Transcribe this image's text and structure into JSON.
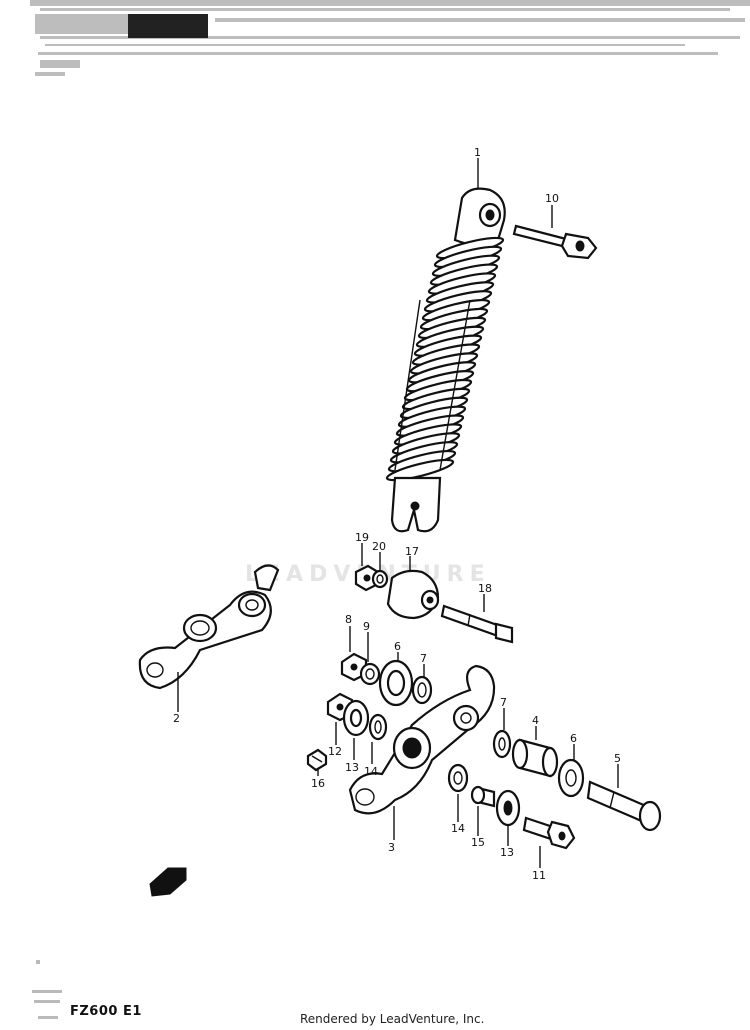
{
  "diagram": {
    "header_label": "",
    "watermark_text": "LEADVENTURE",
    "model_code": "FZ600 E1",
    "footer": "Rendered by LeadVenture, Inc.",
    "callouts": {
      "c1": "1",
      "c2": "2",
      "c3": "3",
      "c4": "4",
      "c5": "5",
      "c6a": "6",
      "c6b": "6",
      "c7a": "7",
      "c7b": "7",
      "c8": "8",
      "c9": "9",
      "c10": "10",
      "c11": "11",
      "c12": "12",
      "c13a": "13",
      "c13b": "13",
      "c14a": "14",
      "c14b": "14",
      "c15": "15",
      "c16": "16",
      "c17": "17",
      "c18": "18",
      "c19": "19",
      "c20": "20"
    },
    "colors": {
      "ink": "#111111",
      "paper": "#ffffff",
      "watermark": "#e4e4e4"
    }
  }
}
